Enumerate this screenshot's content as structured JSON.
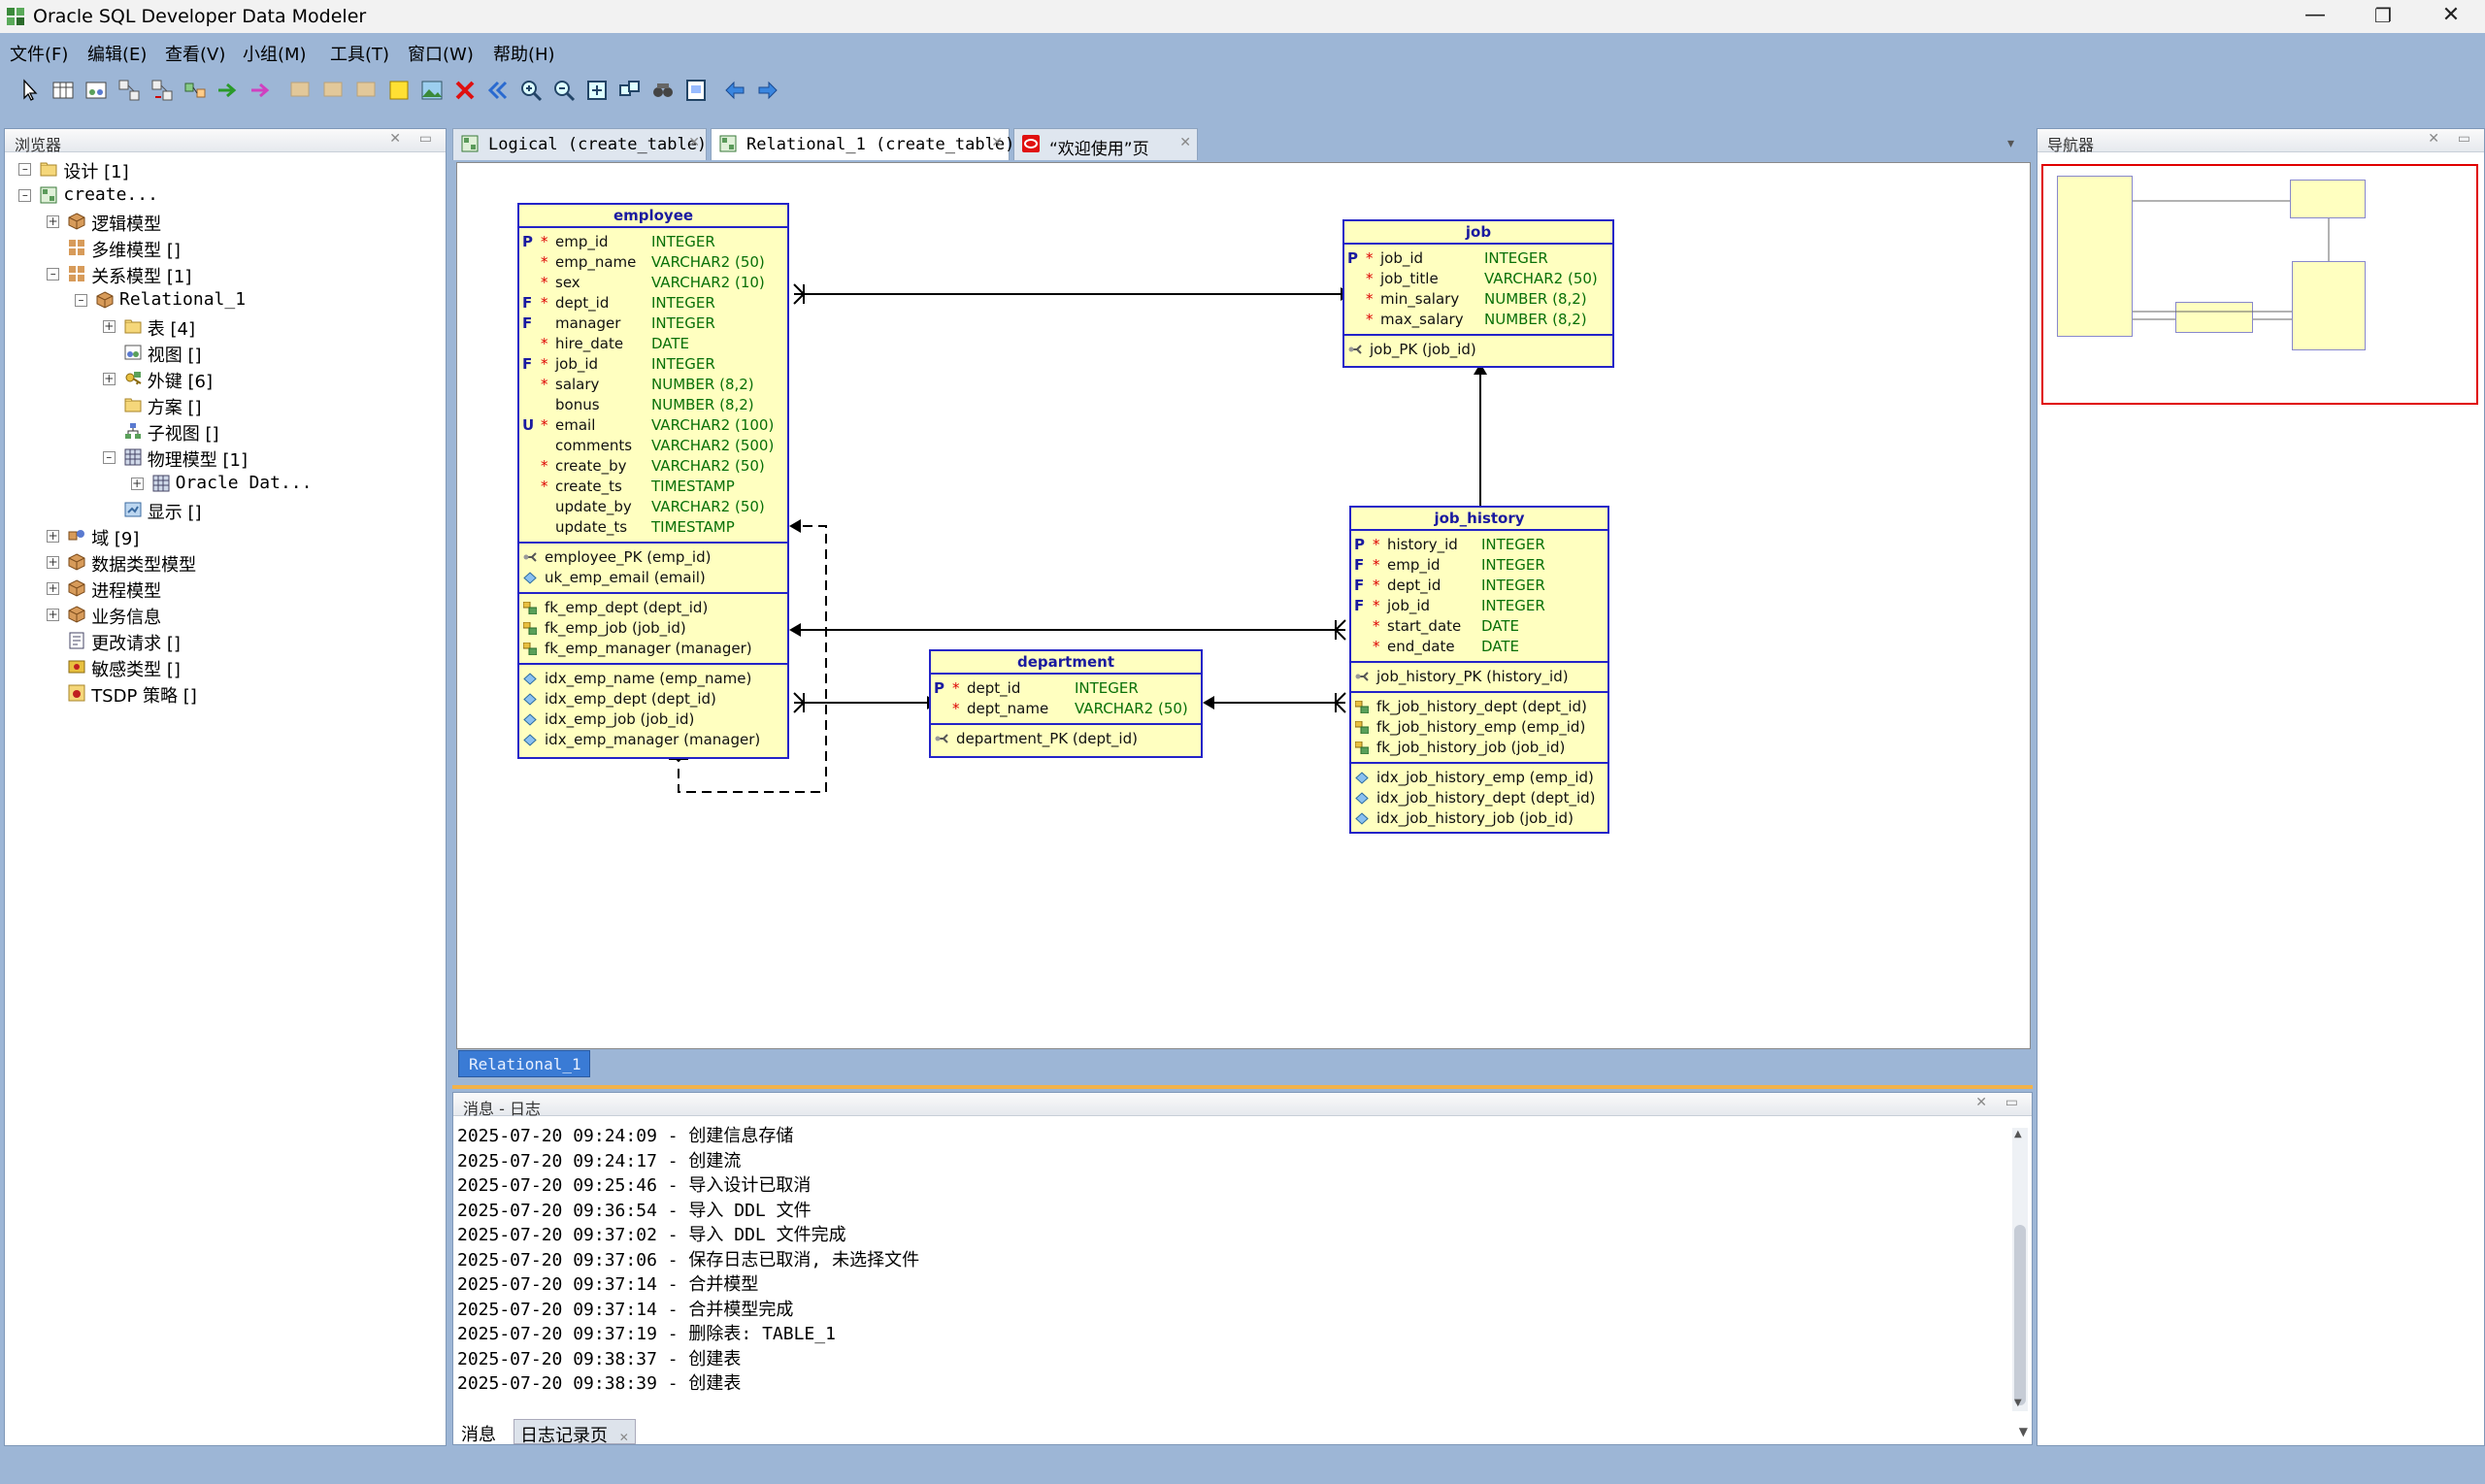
{
  "window": {
    "title": "Oracle SQL Developer Data Modeler",
    "controls": [
      "—",
      "❐",
      "✕"
    ]
  },
  "menu": [
    "文件(F)",
    "编辑(E)",
    "查看(V)",
    "小组(M)",
    "工具(T)",
    "窗口(W)",
    "帮助(H)"
  ],
  "browser": {
    "title": "浏览器",
    "tree": [
      {
        "label": "设计 [1]",
        "level": 0,
        "icon": "folder-icon"
      },
      {
        "label": "create...",
        "level": 0,
        "icon": "design-icon",
        "mono": true
      },
      {
        "label": "逻辑模型",
        "level": 1,
        "icon": "cube-icon"
      },
      {
        "label": "多维模型 []",
        "level": 1,
        "icon": "grid-icon"
      },
      {
        "label": "关系模型 [1]",
        "level": 1,
        "icon": "grid-icon"
      },
      {
        "label": "Relational_1",
        "level": 2,
        "icon": "cube-icon",
        "mono": true
      },
      {
        "label": "表 [4]",
        "level": 3,
        "icon": "folder-icon"
      },
      {
        "label": "视图 []",
        "level": 3,
        "icon": "view-icon"
      },
      {
        "label": "外键 [6]",
        "level": 3,
        "icon": "key-icon"
      },
      {
        "label": "方案 []",
        "level": 3,
        "icon": "folder-icon"
      },
      {
        "label": "子视图 []",
        "level": 3,
        "icon": "subview-icon"
      },
      {
        "label": "物理模型 [1]",
        "level": 3,
        "icon": "physical-icon"
      },
      {
        "label": "Oracle Dat...",
        "level": 4,
        "icon": "database-icon",
        "mono": true
      },
      {
        "label": "显示 []",
        "level": 3,
        "icon": "display-icon"
      },
      {
        "label": "域 [9]",
        "level": 1,
        "icon": "domain-icon"
      },
      {
        "label": "数据类型模型",
        "level": 1,
        "icon": "cube-icon"
      },
      {
        "label": "进程模型",
        "level": 1,
        "icon": "cube-icon"
      },
      {
        "label": "业务信息",
        "level": 1,
        "icon": "cube-icon"
      },
      {
        "label": "更改请求 []",
        "level": 1,
        "icon": "request-icon"
      },
      {
        "label": "敏感类型 []",
        "level": 1,
        "icon": "sensitive-icon"
      },
      {
        "label": "TSDP 策略 []",
        "level": 1,
        "icon": "policy-icon"
      }
    ]
  },
  "tabs": [
    {
      "label": "Logical (create_table)",
      "active": false
    },
    {
      "label": "Relational_1 (create_table)",
      "active": true
    },
    {
      "label": "“欢迎使用”页",
      "active": false
    }
  ],
  "diagram": {
    "tab_label": "Relational_1",
    "entities": {
      "employee": {
        "name": "employee",
        "columns": [
          {
            "key": "P",
            "req": "*",
            "name": "emp_id",
            "type": "INTEGER"
          },
          {
            "key": "",
            "req": "*",
            "name": "emp_name",
            "type": "VARCHAR2 (50)"
          },
          {
            "key": "",
            "req": "*",
            "name": "sex",
            "type": "VARCHAR2 (10)"
          },
          {
            "key": "F",
            "req": "*",
            "name": "dept_id",
            "type": "INTEGER"
          },
          {
            "key": "F",
            "req": "",
            "name": "manager",
            "type": "INTEGER"
          },
          {
            "key": "",
            "req": "*",
            "name": "hire_date",
            "type": "DATE"
          },
          {
            "key": "F",
            "req": "*",
            "name": "job_id",
            "type": "INTEGER"
          },
          {
            "key": "",
            "req": "*",
            "name": "salary",
            "type": "NUMBER (8,2)"
          },
          {
            "key": "",
            "req": "",
            "name": "bonus",
            "type": "NUMBER (8,2)"
          },
          {
            "key": "U",
            "req": "*",
            "name": "email",
            "type": "VARCHAR2 (100)"
          },
          {
            "key": "",
            "req": "",
            "name": "comments",
            "type": "VARCHAR2 (500)"
          },
          {
            "key": "",
            "req": "*",
            "name": "create_by",
            "type": "VARCHAR2 (50)"
          },
          {
            "key": "",
            "req": "*",
            "name": "create_ts",
            "type": "TIMESTAMP"
          },
          {
            "key": "",
            "req": "",
            "name": "update_by",
            "type": "VARCHAR2 (50)"
          },
          {
            "key": "",
            "req": "",
            "name": "update_ts",
            "type": "TIMESTAMP"
          }
        ],
        "keys": [
          {
            "icon": "pk-icon",
            "text": "employee_PK (emp_id)"
          },
          {
            "icon": "uk-icon",
            "text": "uk_emp_email (email)"
          }
        ],
        "fks": [
          {
            "icon": "fk-icon",
            "text": "fk_emp_dept (dept_id)"
          },
          {
            "icon": "fk-icon",
            "text": "fk_emp_job (job_id)"
          },
          {
            "icon": "fk-icon",
            "text": "fk_emp_manager (manager)"
          }
        ],
        "indexes": [
          {
            "icon": "index-icon",
            "text": "idx_emp_name (emp_name)"
          },
          {
            "icon": "index-icon",
            "text": "idx_emp_dept (dept_id)"
          },
          {
            "icon": "index-icon",
            "text": "idx_emp_job (job_id)"
          },
          {
            "icon": "index-icon",
            "text": "idx_emp_manager (manager)"
          }
        ]
      },
      "job": {
        "name": "job",
        "columns": [
          {
            "key": "P",
            "req": "*",
            "name": "job_id",
            "type": "INTEGER"
          },
          {
            "key": "",
            "req": "*",
            "name": "job_title",
            "type": "VARCHAR2 (50)"
          },
          {
            "key": "",
            "req": "*",
            "name": "min_salary",
            "type": "NUMBER (8,2)"
          },
          {
            "key": "",
            "req": "*",
            "name": "max_salary",
            "type": "NUMBER (8,2)"
          }
        ],
        "keys": [
          {
            "icon": "pk-icon",
            "text": "job_PK (job_id)"
          }
        ]
      },
      "job_history": {
        "name": "job_history",
        "columns": [
          {
            "key": "P",
            "req": "*",
            "name": "history_id",
            "type": "INTEGER"
          },
          {
            "key": "F",
            "req": "*",
            "name": "emp_id",
            "type": "INTEGER"
          },
          {
            "key": "F",
            "req": "*",
            "name": "dept_id",
            "type": "INTEGER"
          },
          {
            "key": "F",
            "req": "*",
            "name": "job_id",
            "type": "INTEGER"
          },
          {
            "key": "",
            "req": "*",
            "name": "start_date",
            "type": "DATE"
          },
          {
            "key": "",
            "req": "*",
            "name": "end_date",
            "type": "DATE"
          }
        ],
        "keys": [
          {
            "icon": "pk-icon",
            "text": "job_history_PK (history_id)"
          }
        ],
        "fks": [
          {
            "icon": "fk-icon",
            "text": "fk_job_history_dept (dept_id)"
          },
          {
            "icon": "fk-icon",
            "text": "fk_job_history_emp (emp_id)"
          },
          {
            "icon": "fk-icon",
            "text": "fk_job_history_job (job_id)"
          }
        ],
        "indexes": [
          {
            "icon": "index-icon",
            "text": "idx_job_history_emp (emp_id)"
          },
          {
            "icon": "index-icon",
            "text": "idx_job_history_dept (dept_id)"
          },
          {
            "icon": "index-icon",
            "text": "idx_job_history_job (job_id)"
          }
        ]
      },
      "department": {
        "name": "department",
        "columns": [
          {
            "key": "P",
            "req": "*",
            "name": "dept_id",
            "type": "INTEGER"
          },
          {
            "key": "",
            "req": "*",
            "name": "dept_name",
            "type": "VARCHAR2 (50)"
          }
        ],
        "keys": [
          {
            "icon": "pk-icon",
            "text": "department_PK (dept_id)"
          }
        ]
      }
    }
  },
  "navigator": {
    "title": "导航器"
  },
  "log": {
    "title": "消息 - 日志",
    "lines": [
      "2025-07-20 09:24:09 - 创建信息存储",
      "2025-07-20 09:24:17 - 创建流",
      "2025-07-20 09:25:46 - 导入设计已取消",
      "2025-07-20 09:36:54 - 导入 DDL 文件",
      "2025-07-20 09:37:02 - 导入 DDL 文件完成",
      "2025-07-20 09:37:06 - 保存日志已取消, 未选择文件",
      "2025-07-20 09:37:14 - 合并模型",
      "2025-07-20 09:37:14 - 合并模型完成",
      "2025-07-20 09:37:19 - 删除表: TABLE_1",
      "2025-07-20 09:38:37 - 创建表",
      "2025-07-20 09:38:39 - 创建表"
    ],
    "tabs": [
      "消息",
      "日志记录页"
    ]
  },
  "colors": {
    "accent": "#9db6d6",
    "entity_fill": "#ffffc0",
    "entity_border": "#2323c8",
    "type_text": "#087008",
    "nav_frame": "#e00000"
  }
}
